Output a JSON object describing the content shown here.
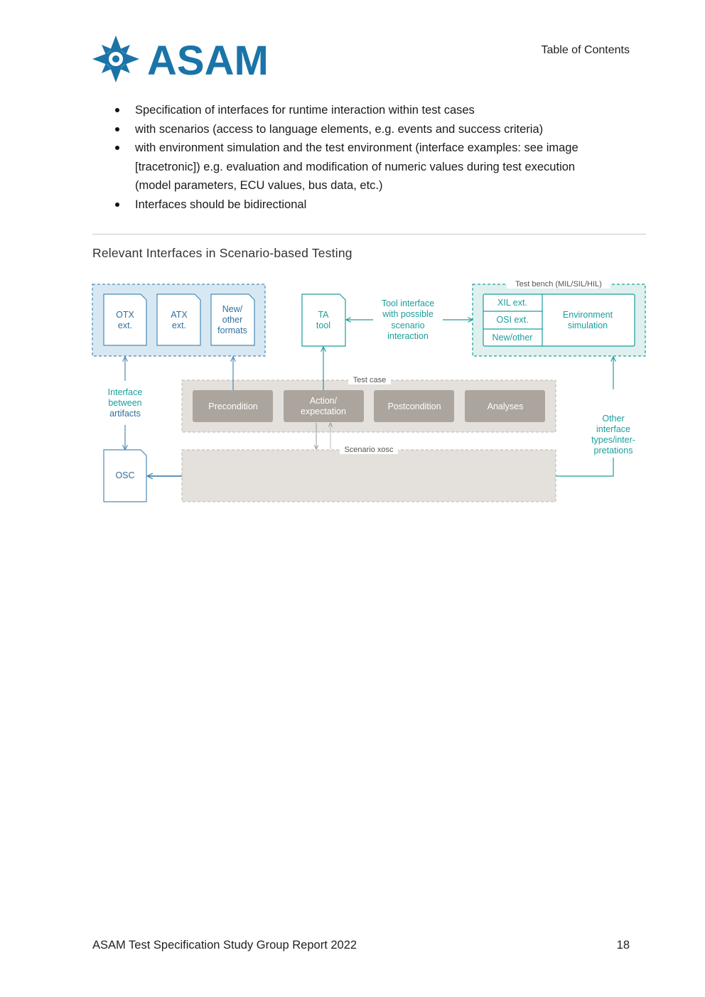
{
  "header": {
    "logo_text": "ASAM",
    "section_title": "Table of Contents"
  },
  "bullets": [
    "Specification of interfaces for runtime interaction within test cases",
    "with scenarios (access to language elements, e.g. events and success criteria)",
    "with environment simulation and the test environment (interface examples: see image [tracetronic]) e.g. evaluation and modification of numeric values during test execution (model parameters, ECU values, bus data, etc.)",
    "Interfaces should be bidirectional"
  ],
  "figure": {
    "caption": "Relevant Interfaces in Scenario-based Testing",
    "artifacts": {
      "otx": [
        "OTX",
        "ext."
      ],
      "atx": [
        "ATX",
        "ext."
      ],
      "new_formats": [
        "New/",
        "other",
        "formats"
      ]
    },
    "ta_tool": [
      "TA",
      "tool"
    ],
    "tool_interface_label": [
      "Tool interface",
      "with possible",
      "scenario",
      "interaction"
    ],
    "test_bench": {
      "title": "Test bench (MIL/SIL/HIL)",
      "xil": "XIL ext.",
      "osi": "OSI ext.",
      "new_other": "New/other",
      "env_sim": [
        "Environment",
        "simulation"
      ]
    },
    "interface_between_label": [
      "Interface",
      "between",
      "artifacts"
    ],
    "test_case": {
      "title": "Test case",
      "precondition": "Precondition",
      "action": [
        "Action/",
        "expectation"
      ],
      "postcondition": "Postcondition",
      "analyses": "Analyses"
    },
    "scenario_title": "Scenario xosc",
    "osc": "OSC",
    "other_interface_label": [
      "Other",
      "interface",
      "types/inter-",
      "pretations"
    ],
    "colors": {
      "teal": "#1a9e9a",
      "blue": "#4a8ab8",
      "blue_fill": "#d8e8f2",
      "teal_fill": "#dff0ee",
      "gray_block": "#aca59d",
      "gray_fill": "#e4e0dc"
    }
  },
  "footer": {
    "report_title": "ASAM Test Specification Study Group Report 2022",
    "page_number": "18"
  }
}
